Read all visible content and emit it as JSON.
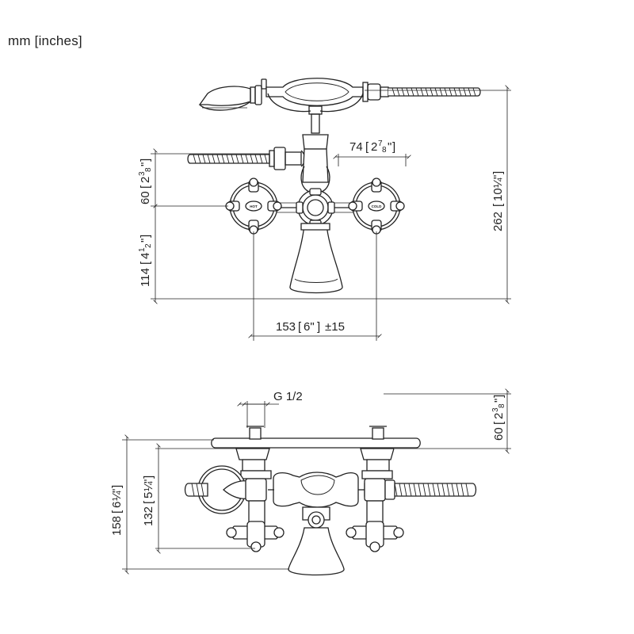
{
  "units_label": "mm [inches]",
  "front_view": {
    "dim_262": {
      "mm": "262",
      "in_whole": "10",
      "in_frac": "¼",
      "in_mark": "\""
    },
    "dim_74": {
      "mm": "74",
      "in_whole": "2",
      "in_num": "7",
      "in_den": "8",
      "in_mark": "\""
    },
    "dim_60": {
      "mm": "60",
      "in_whole": "2",
      "in_num": "3",
      "in_den": "8",
      "in_mark": "\""
    },
    "dim_114": {
      "mm": "114",
      "in_whole": "4",
      "in_num": "1",
      "in_den": "2",
      "in_mark": "\""
    },
    "dim_153": {
      "mm": "153",
      "in_text": "6\"",
      "tolerance": "±15"
    },
    "handle_left_label": "HOT",
    "handle_right_label": "COLD"
  },
  "top_view": {
    "thread_label": "G 1/2",
    "dim_60": {
      "mm": "60",
      "in_whole": "2",
      "in_num": "3",
      "in_den": "8",
      "in_mark": "\""
    },
    "dim_158": {
      "mm": "158",
      "in_whole": "6",
      "in_frac": "¼",
      "in_mark": "\""
    },
    "dim_132": {
      "mm": "132",
      "in_whole": "5",
      "in_frac": "¼",
      "in_mark": "\""
    }
  }
}
